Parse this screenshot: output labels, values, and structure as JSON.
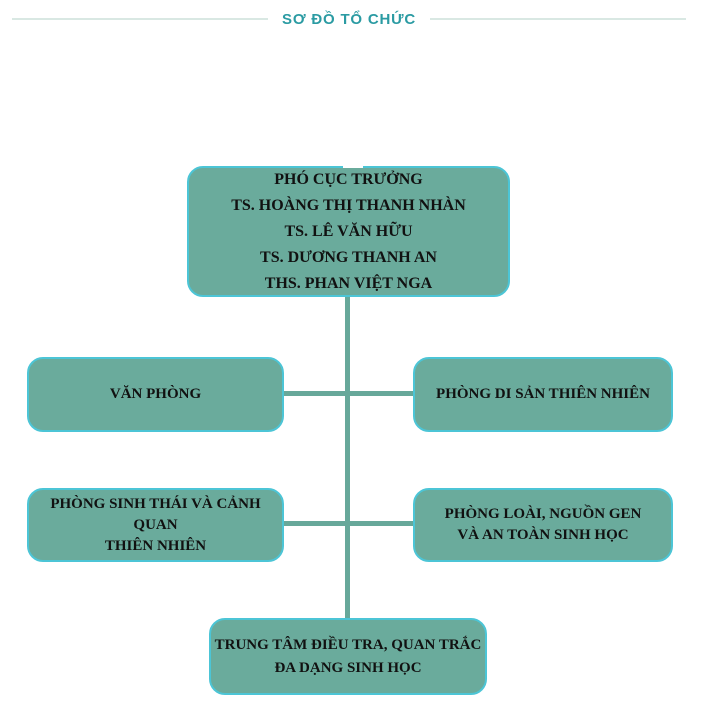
{
  "page": {
    "title": "SƠ ĐỒ TỔ CHỨC",
    "background": "#ffffff"
  },
  "colors": {
    "title_text": "#2b9ba3",
    "title_divider": "#d9e8e3",
    "box_fill": "#6aab9c",
    "box_border": "#4cc5d6",
    "box_text": "#111111",
    "connector": "#67a89a"
  },
  "org_chart": {
    "root": {
      "label": "PHÓ CỤC TRƯỞNG",
      "lines": [
        "PHÓ CỤC TRƯỞNG",
        "TS. HOÀNG THỊ THANH NHÀN",
        "TS. LÊ VĂN HỮU",
        "TS. DƯƠNG THANH AN",
        "THS. PHAN VIỆT NGA"
      ]
    },
    "departments": [
      {
        "id": "van-phong",
        "label": "VĂN PHÒNG",
        "lines": [
          "VĂN PHÒNG"
        ]
      },
      {
        "id": "phong-di-san-thien-nhien",
        "label": "PHÒNG DI SẢN THIÊN NHIÊN",
        "lines": [
          "PHÒNG DI SẢN THIÊN NHIÊN"
        ]
      },
      {
        "id": "phong-sinh-thai-va-canh-quan-thien-nhien",
        "label": "PHÒNG SINH THÁI VÀ CẢNH QUAN THIÊN NHIÊN",
        "lines": [
          "PHÒNG SINH THÁI VÀ CẢNH QUAN",
          "THIÊN NHIÊN"
        ]
      },
      {
        "id": "phong-loai-nguon-gen-va-an-toan-sinh-hoc",
        "label": "PHÒNG LOÀI, NGUỒN GEN VÀ AN TOÀN SINH HỌC",
        "lines": [
          "PHÒNG LOÀI, NGUỒN GEN",
          "VÀ AN TOÀN SINH HỌC"
        ]
      },
      {
        "id": "trung-tam-dieu-tra-quan-trac-da-dang-sinh-hoc",
        "label": "TRUNG TÂM ĐIỀU TRA, QUAN TRẮC ĐA DẠNG SINH HỌC",
        "lines": [
          "TRUNG TÂM ĐIỀU TRA, QUAN TRẮC",
          "ĐA DẠNG SINH HỌC"
        ]
      }
    ]
  }
}
